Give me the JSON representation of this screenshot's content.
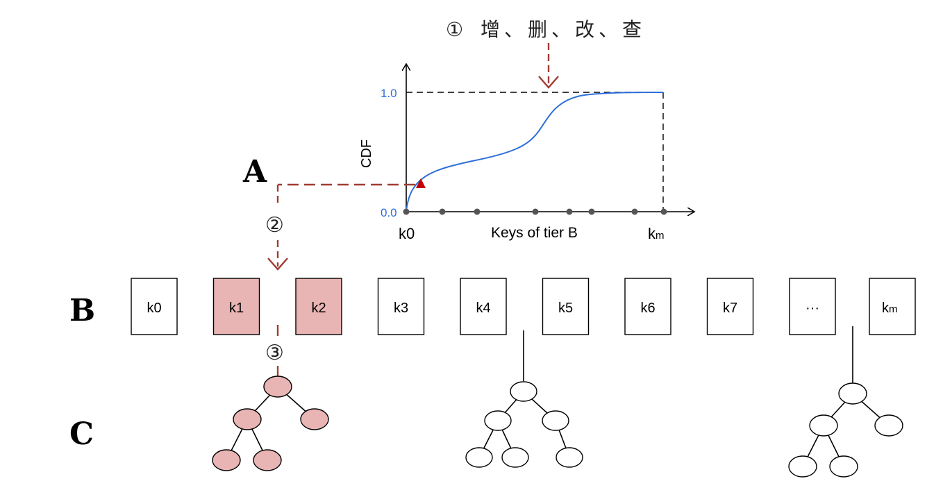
{
  "operations": {
    "circle": "①",
    "text": "增、删、改、查"
  },
  "tiers": {
    "a": "A",
    "b": "B",
    "c": "C"
  },
  "chart": {
    "ylabel": "CDF",
    "xlabel": "Keys of tier B",
    "y_top_tick": "1.0",
    "y_bottom_tick": "0.0",
    "x_left_label": "k0",
    "x_right_label_base": "k",
    "x_right_label_sub": "m"
  },
  "steps": {
    "step2": "②",
    "step3": "③"
  },
  "keys": [
    {
      "label": "k0",
      "highlight": false
    },
    {
      "label": "k1",
      "highlight": true
    },
    {
      "label": "k2",
      "highlight": true
    },
    {
      "label": "k3",
      "highlight": false
    },
    {
      "label": "k4",
      "highlight": false
    },
    {
      "label": "k5",
      "highlight": false
    },
    {
      "label": "k6",
      "highlight": false
    },
    {
      "label": "k7",
      "highlight": false
    },
    {
      "label": "···",
      "highlight": false
    }
  ],
  "last_key": {
    "base": "k",
    "sub": "m"
  },
  "colors": {
    "highlight_fill": "#e8b4b4",
    "curve": "#2e6fd9",
    "tick_blue": "#2e6fd9",
    "arrow_red": "#a03c32",
    "marker_red": "#c00000",
    "point_gray": "#555555"
  }
}
